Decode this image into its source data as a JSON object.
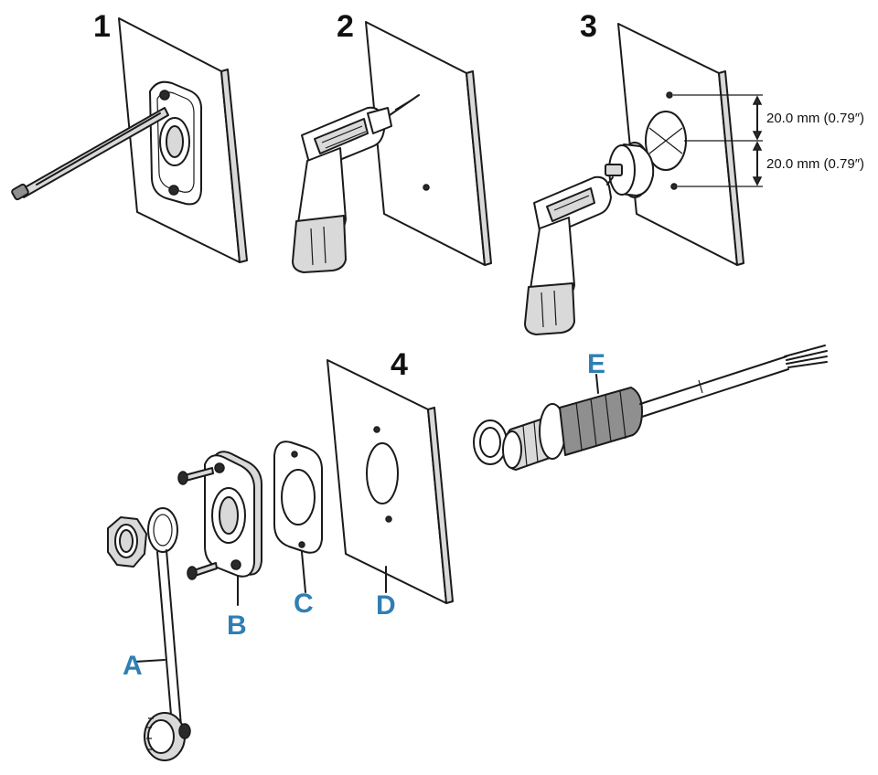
{
  "steps": {
    "step1": "1",
    "step2": "2",
    "step3": "3",
    "step4": "4"
  },
  "dimensions": {
    "upper": "20.0 mm (0.79″)",
    "lower": "20.0 mm (0.79″)"
  },
  "parts": {
    "a": "A",
    "b": "B",
    "c": "C",
    "d": "D",
    "e": "E"
  },
  "colors": {
    "step_label": "#111111",
    "part_label": "#2f7fb4",
    "line": "#1a1a1a"
  }
}
